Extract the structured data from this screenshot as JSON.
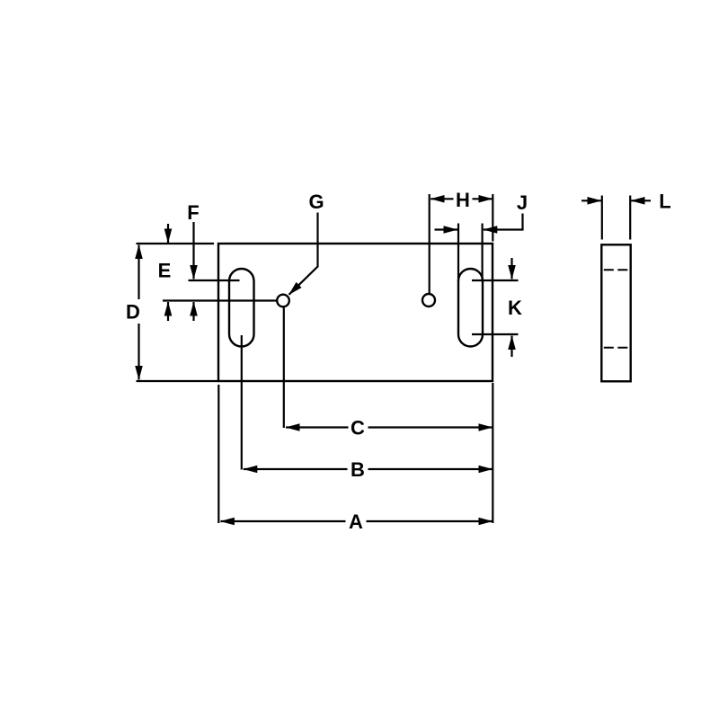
{
  "page": {
    "background": "#ffffff",
    "ink": "#000000"
  },
  "labels": {
    "a": "A",
    "b": "B",
    "c": "C",
    "d": "D",
    "e": "E",
    "f": "F",
    "g": "G",
    "h": "H",
    "j": "J",
    "k": "K",
    "l": "L"
  }
}
